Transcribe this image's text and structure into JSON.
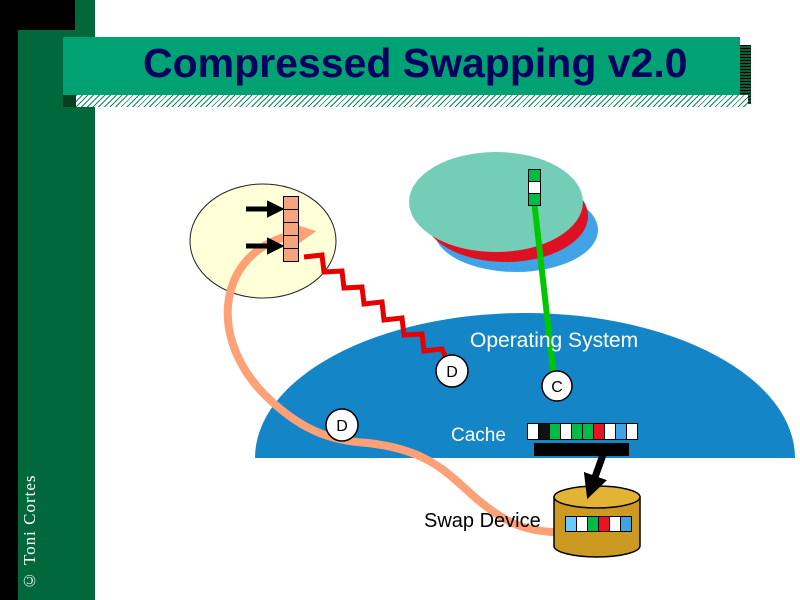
{
  "slide": {
    "title": "Compressed Swapping v2.0",
    "copyright": "© Toni Cortes"
  },
  "diagram": {
    "labels": {
      "operating_system": "Operating System",
      "cache": "Cache",
      "swap_device": "Swap Device"
    },
    "nodes": {
      "decompressor_upper": "D",
      "compressor": "C",
      "decompressor_lower": "D"
    },
    "colors": {
      "sidebar_green": "#00683a",
      "banner_green": "#00a173",
      "title_navy": "#000060",
      "os_ellipse_blue": "#1486c8",
      "process_ellipse_cream": "#ffffd8",
      "region_teal": "#74ceb7",
      "region_red": "#dd1122",
      "region_blue": "#3fa3e6",
      "cylinder_gold": "#cc9922",
      "cylinder_gold_light": "#e2b435",
      "arrow_salmon": "#ffa077",
      "arrow_red": "#e80000",
      "arrow_green": "#00c800",
      "arrow_black": "#000000",
      "page_salmon": "#f4a57e",
      "page_green": "#00bb44"
    },
    "pages_uncompressed": [
      "#f4a57e",
      "#f4a57e",
      "#f4a57e",
      "#f4a57e",
      "#f4a57e"
    ],
    "pages_compressed": [
      "#00bb44",
      "#ffffff",
      "#00bb44"
    ],
    "cache_cells": [
      "#ffffff",
      "#111111",
      "#00bb44",
      "#ffffff",
      "#00bb44",
      "#00bb44",
      "#ee1122",
      "#ffffff",
      "#3fa3e6",
      "#ffffff"
    ],
    "swap_cells": [
      "#66ccff",
      "#ffffff",
      "#00bb44",
      "#ee1122",
      "#ffffff",
      "#3fa3e6"
    ]
  }
}
